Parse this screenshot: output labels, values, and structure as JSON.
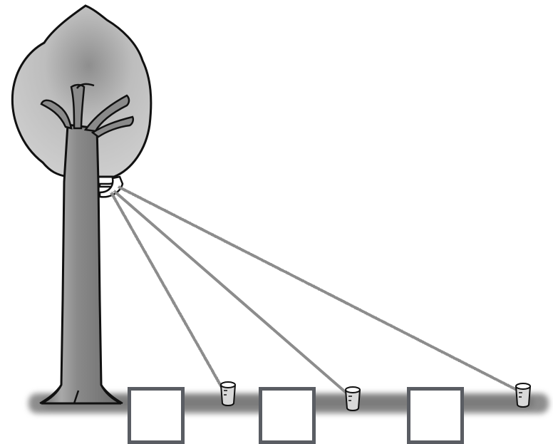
{
  "diagram": {
    "colors": {
      "foliage": "#c4c4c4",
      "foliage_dark": "#9a9a9a",
      "trunk": "#7f7f7f",
      "trunk_light": "#b8b8b8",
      "ground": "#8a8a8a",
      "rope": "#8c8c8c",
      "outline": "#111111",
      "box_border": "#5a5d63"
    },
    "icons": [
      "tree-icon",
      "pulley-hook-icon",
      "peg-icon",
      "rope-line"
    ],
    "answer_boxes": [
      {
        "id": "box-1",
        "value": ""
      },
      {
        "id": "box-2",
        "value": ""
      },
      {
        "id": "box-3",
        "value": ""
      }
    ]
  }
}
